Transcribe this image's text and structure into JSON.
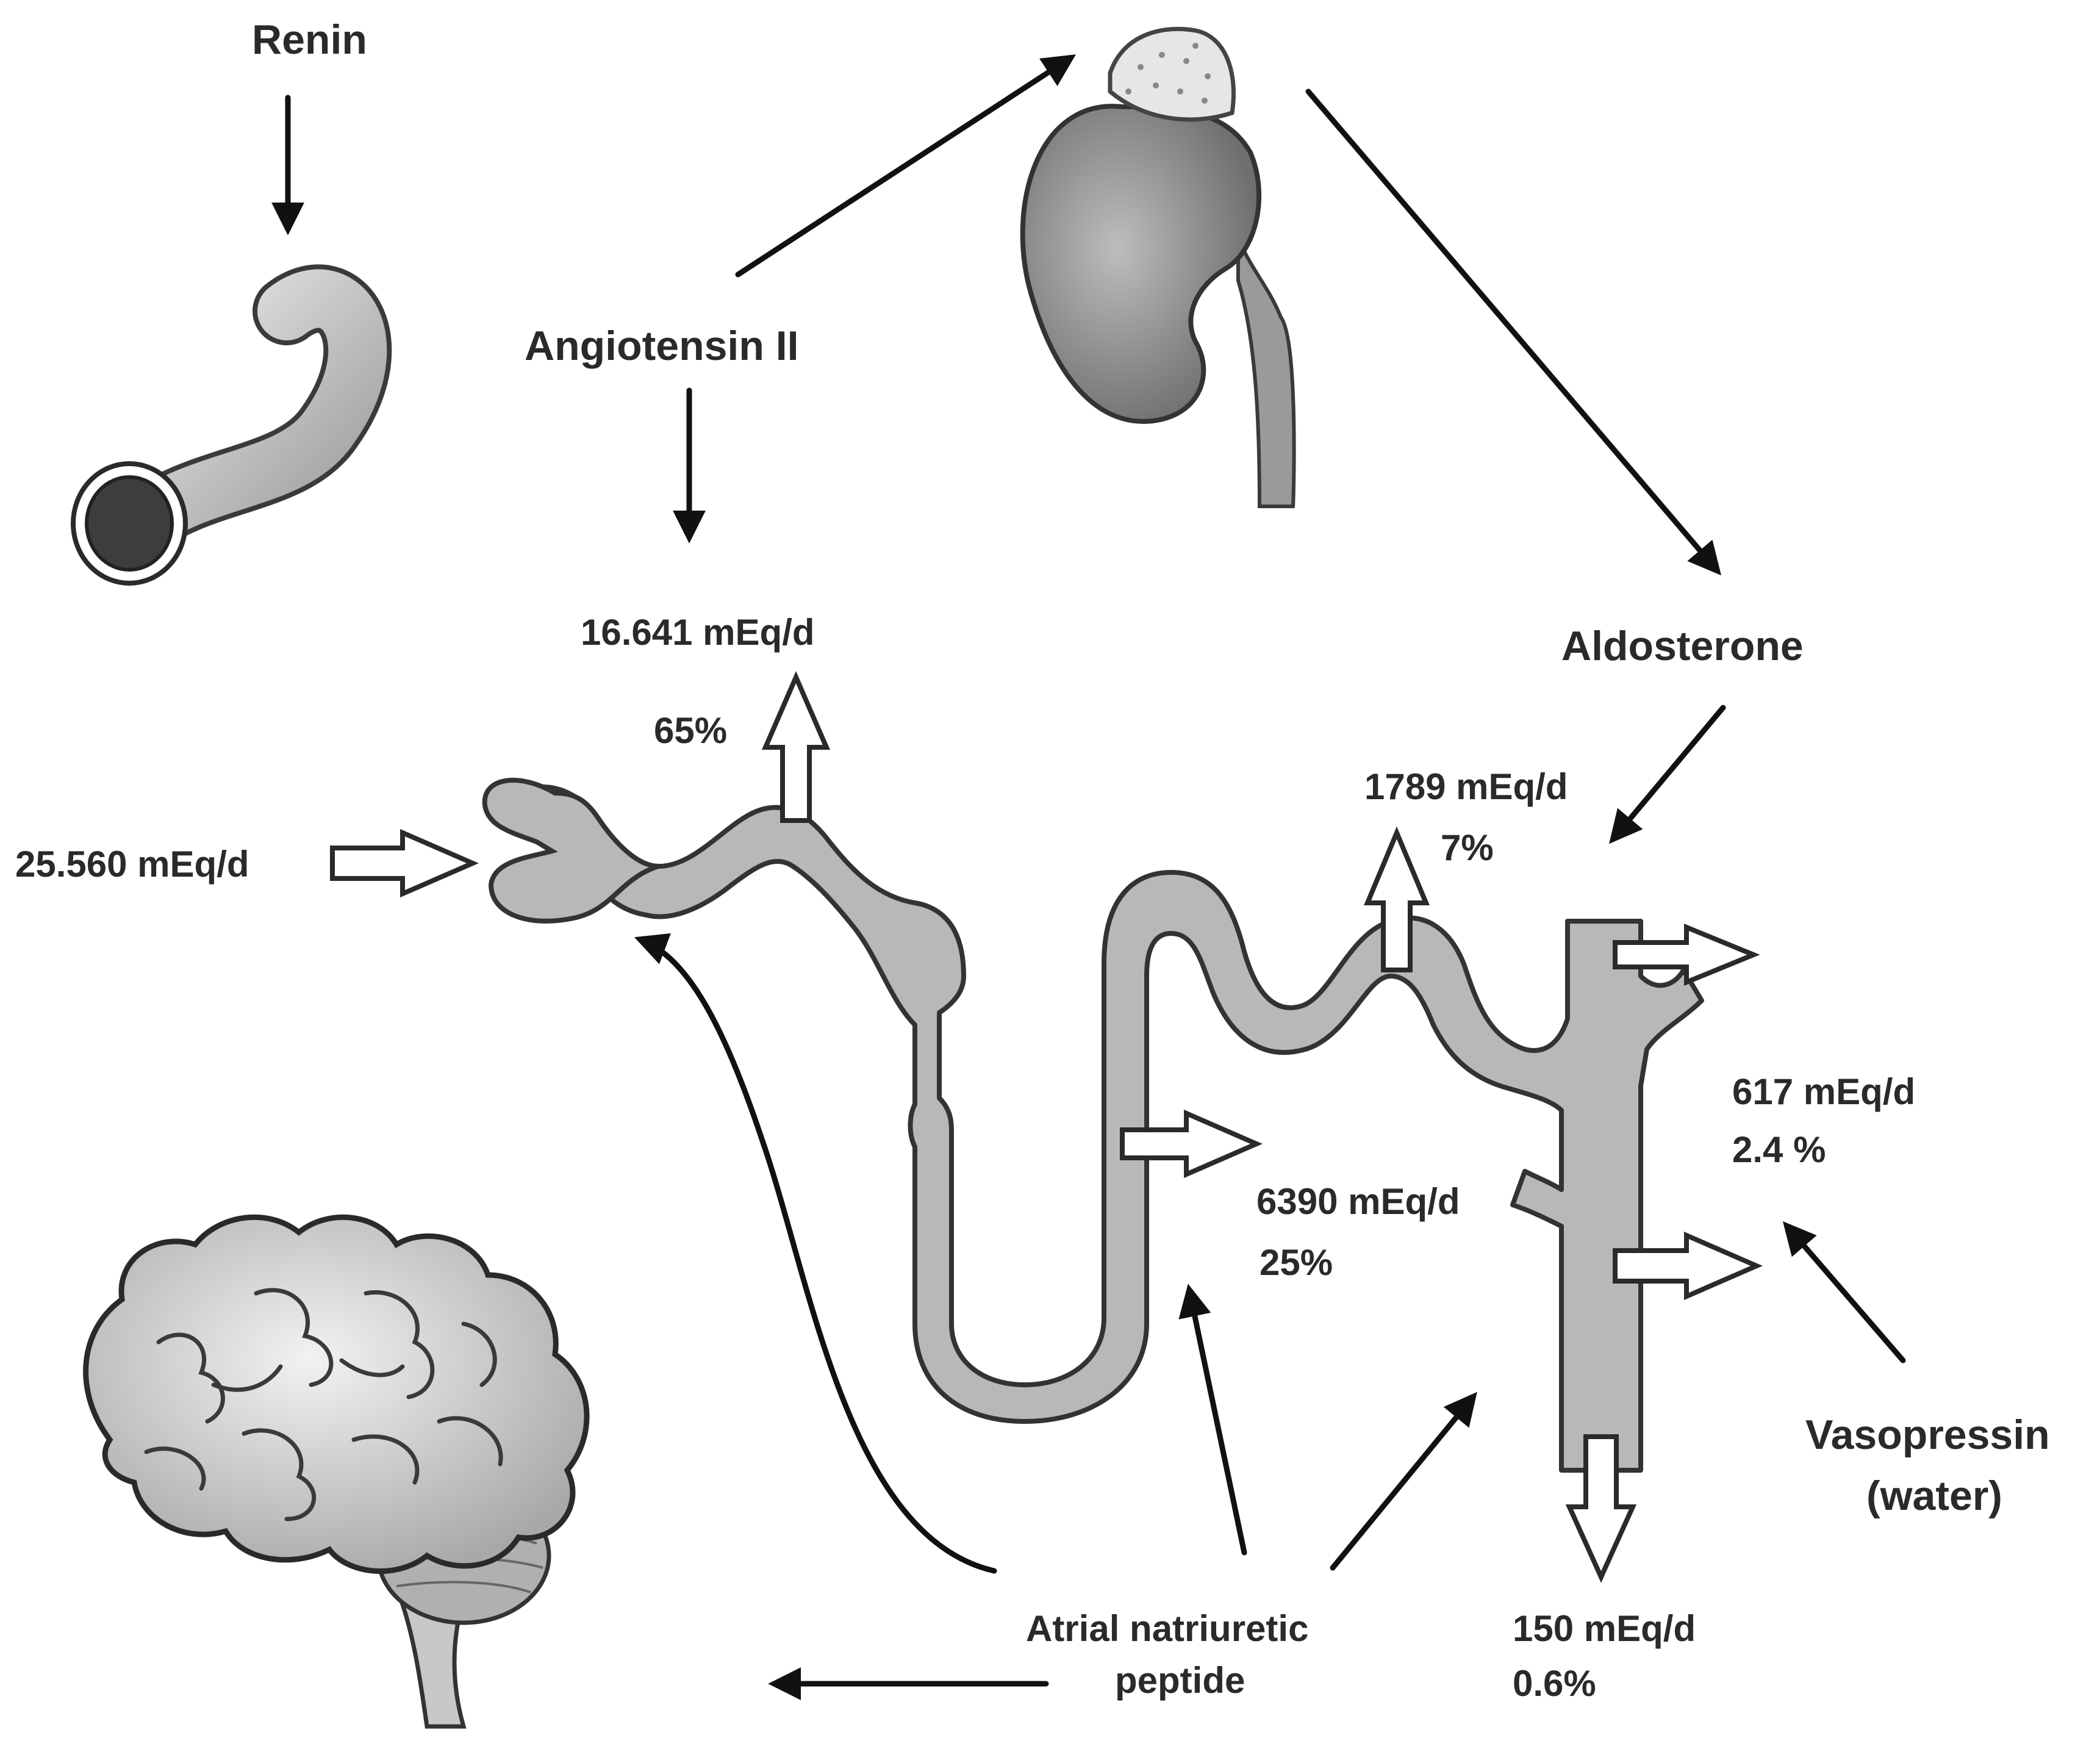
{
  "labels": {
    "renin": "Renin",
    "angiotensin": "Angiotensin II",
    "aldosterone": "Aldosterone",
    "anp_line1": "Atrial natriuretic",
    "anp_line2": "peptide",
    "vasopressin_line1": "Vasopressin",
    "vasopressin_line2": "(water)"
  },
  "flows": {
    "filtered": "25.560 mEq/d",
    "proximal_amount": "16.641 mEq/d",
    "proximal_pct": "65%",
    "loop_amount": "6390 mEq/d",
    "loop_pct": "25%",
    "distal_amount": "1789 mEq/d",
    "distal_pct": "7%",
    "collecting_amount": "617 mEq/d",
    "collecting_pct": "2.4 %",
    "excreted_amount": "150 mEq/d",
    "excreted_pct": "0.6%"
  },
  "colors": {
    "tubule_fill": "#b8b8b8",
    "outline": "#3a3a3a",
    "arrow": "#111111",
    "text": "#2a2a2a"
  }
}
